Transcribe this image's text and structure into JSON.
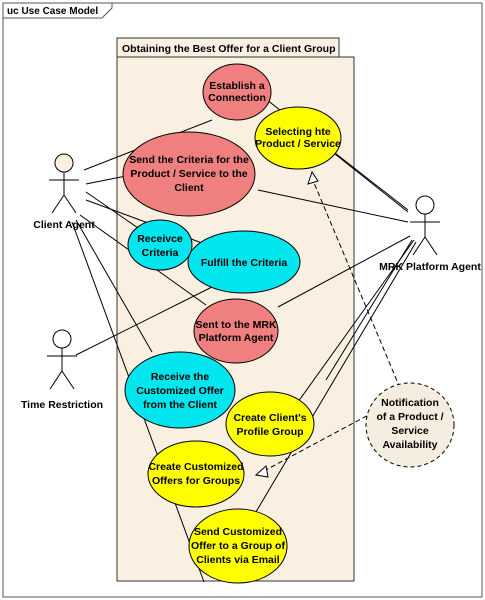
{
  "frame": {
    "tag": "uc Use Case Model"
  },
  "system": {
    "title": "Obtaining the Best Offer for a Client Group"
  },
  "actors": [
    {
      "id": "client",
      "label": "Client Agent"
    },
    {
      "id": "time",
      "label": "Time Restriction"
    },
    {
      "id": "mrk",
      "label": "MRK Platform Agent"
    }
  ],
  "use_cases": [
    {
      "id": "establish",
      "lines": [
        "Establish a",
        "Connection"
      ],
      "color": "#f08080"
    },
    {
      "id": "selecting",
      "lines": [
        "Selecting hte",
        "Product / Service"
      ],
      "color": "#ffff00"
    },
    {
      "id": "send_criteria",
      "lines": [
        "Send the Criteria for the",
        "Product / Service to the",
        "Client"
      ],
      "color": "#f08080"
    },
    {
      "id": "receive_criteria",
      "lines": [
        "Receivce",
        "Criteria"
      ],
      "color": "#00e5ee"
    },
    {
      "id": "fulfill",
      "lines": [
        "Fulfill the Criteria"
      ],
      "color": "#00e5ee"
    },
    {
      "id": "sent_mrk",
      "lines": [
        "Sent to the MRK",
        "Platform Agent"
      ],
      "color": "#f08080"
    },
    {
      "id": "receive_offer",
      "lines": [
        "Receive the",
        "Customized Offer",
        "from the Client"
      ],
      "color": "#00e5ee"
    },
    {
      "id": "create_profile",
      "lines": [
        "Create Client's",
        "Profile Group"
      ],
      "color": "#ffff00"
    },
    {
      "id": "create_offers",
      "lines": [
        "Create Customized",
        "Offers for Groups"
      ],
      "color": "#ffff00"
    },
    {
      "id": "send_offer",
      "lines": [
        "Send Customized",
        "Offer to a Group of",
        "Clients via Email"
      ],
      "color": "#ffff00"
    },
    {
      "id": "notification",
      "lines": [
        "Notification",
        "of a Product /",
        "Service",
        "Availability"
      ],
      "color": "#f5eee0"
    }
  ]
}
